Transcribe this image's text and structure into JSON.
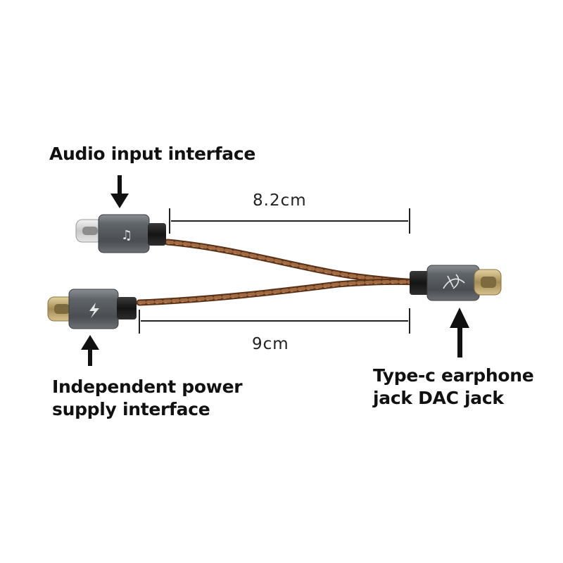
{
  "labels": {
    "audio_input": "Audio input interface",
    "power_line1": "Independent power",
    "power_line2": "supply interface",
    "typec_line1": "Type-c earphone",
    "typec_line2": "jack DAC jack"
  },
  "dimensions": {
    "top": "8.2cm",
    "bottom": "9cm"
  },
  "icons": {
    "top_plug": "music-note-icon",
    "bottom_plug": "lightning-bolt-icon",
    "right_plug": "brand-logo-icon"
  },
  "colors": {
    "cable": "#7a4a2c",
    "plug_body": "#5b5f63",
    "usb_c_gold": "#c9b27a",
    "text": "#111111"
  }
}
